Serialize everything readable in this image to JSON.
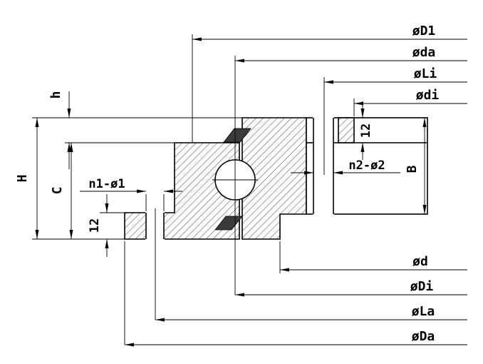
{
  "drawing": {
    "labels": {
      "d1": "øD1",
      "da_lower": "øda",
      "li": "øLi",
      "di_lower": "ødi",
      "n2_hole": "n2-ø2",
      "b": "B",
      "twelve_top": "12",
      "h_small": "h",
      "h_big": "H",
      "c": "C",
      "n1_hole": "n1-ø1",
      "twelve_left": "12",
      "d_lower": "ød",
      "di_big": "øDi",
      "la": "øLa",
      "da_big": "øDa"
    },
    "colors": {
      "line": "#000000",
      "seal": "#3a3a3a",
      "hatch": "#444444",
      "background": "#ffffff"
    }
  }
}
